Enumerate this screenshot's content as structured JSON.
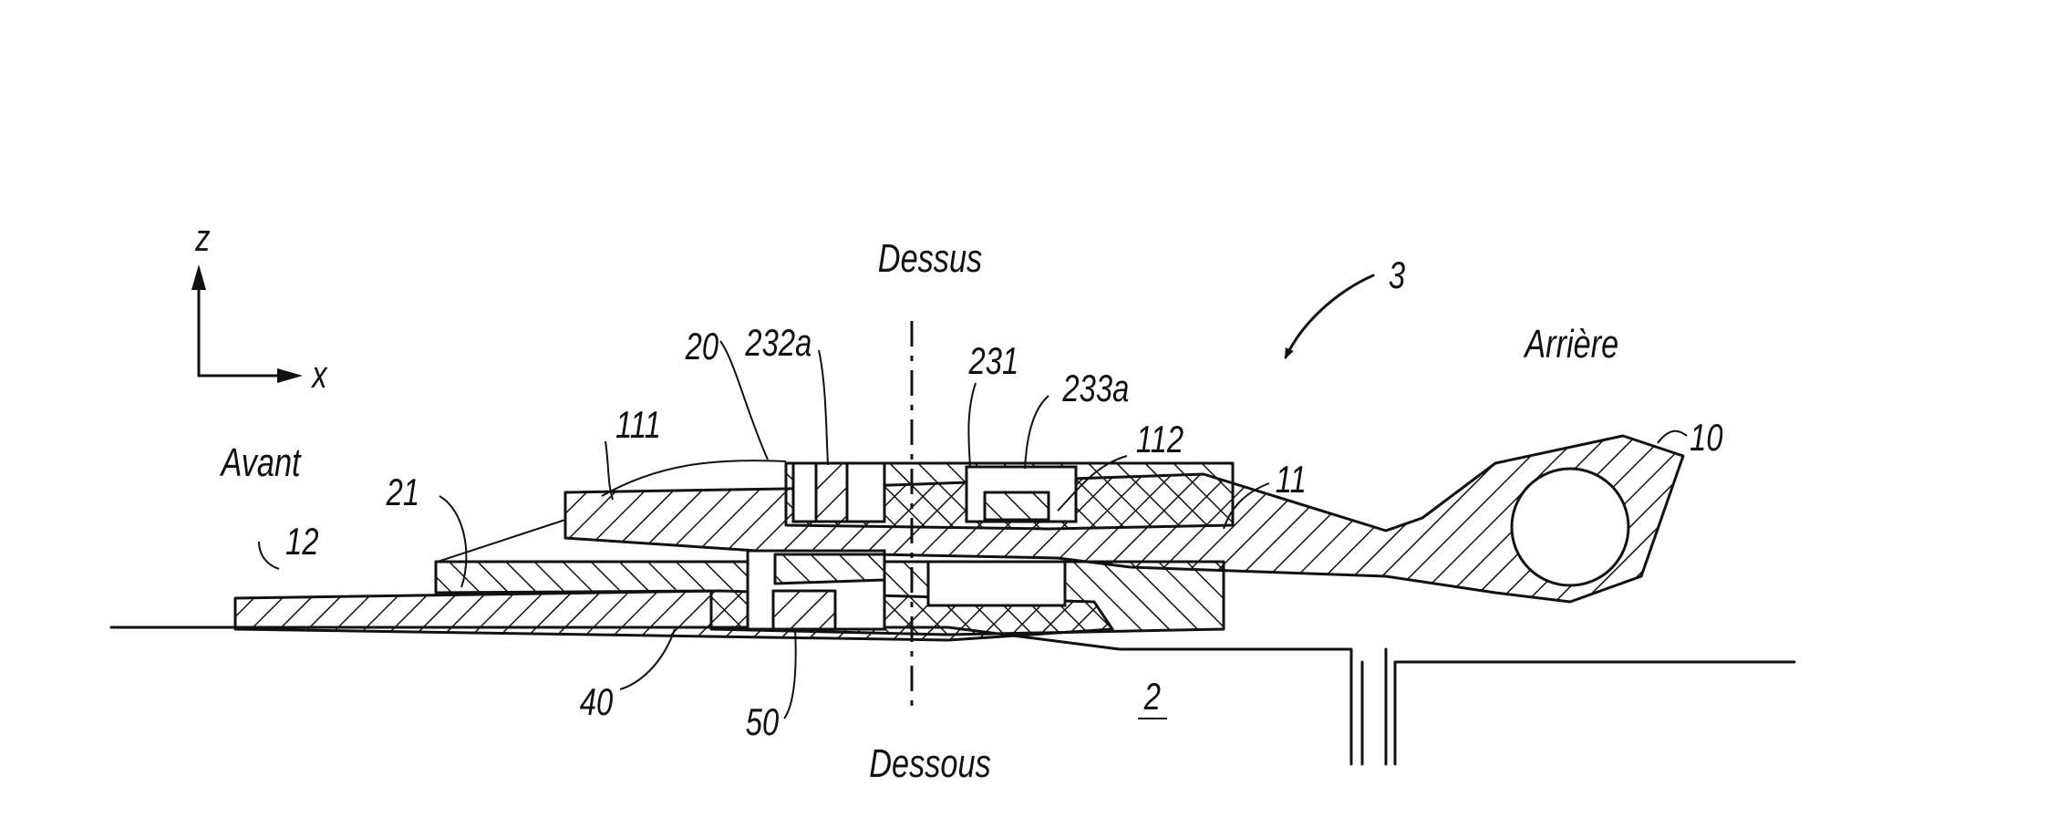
{
  "figure": {
    "axes": {
      "z_label": "z",
      "x_label": "x"
    },
    "side_labels": {
      "top": "Dessus",
      "bottom": "Dessous",
      "front": "Avant",
      "rear": "Arrière"
    },
    "reference_numerals": {
      "assembly": "3",
      "part_10": "10",
      "part_11": "11",
      "part_12": "12",
      "part_20": "20",
      "part_21": "21",
      "part_111": "111",
      "part_112": "112",
      "part_231": "231",
      "part_232a": "232a",
      "part_233a": "233a",
      "part_40": "40",
      "part_50": "50",
      "part_2": "2"
    }
  }
}
